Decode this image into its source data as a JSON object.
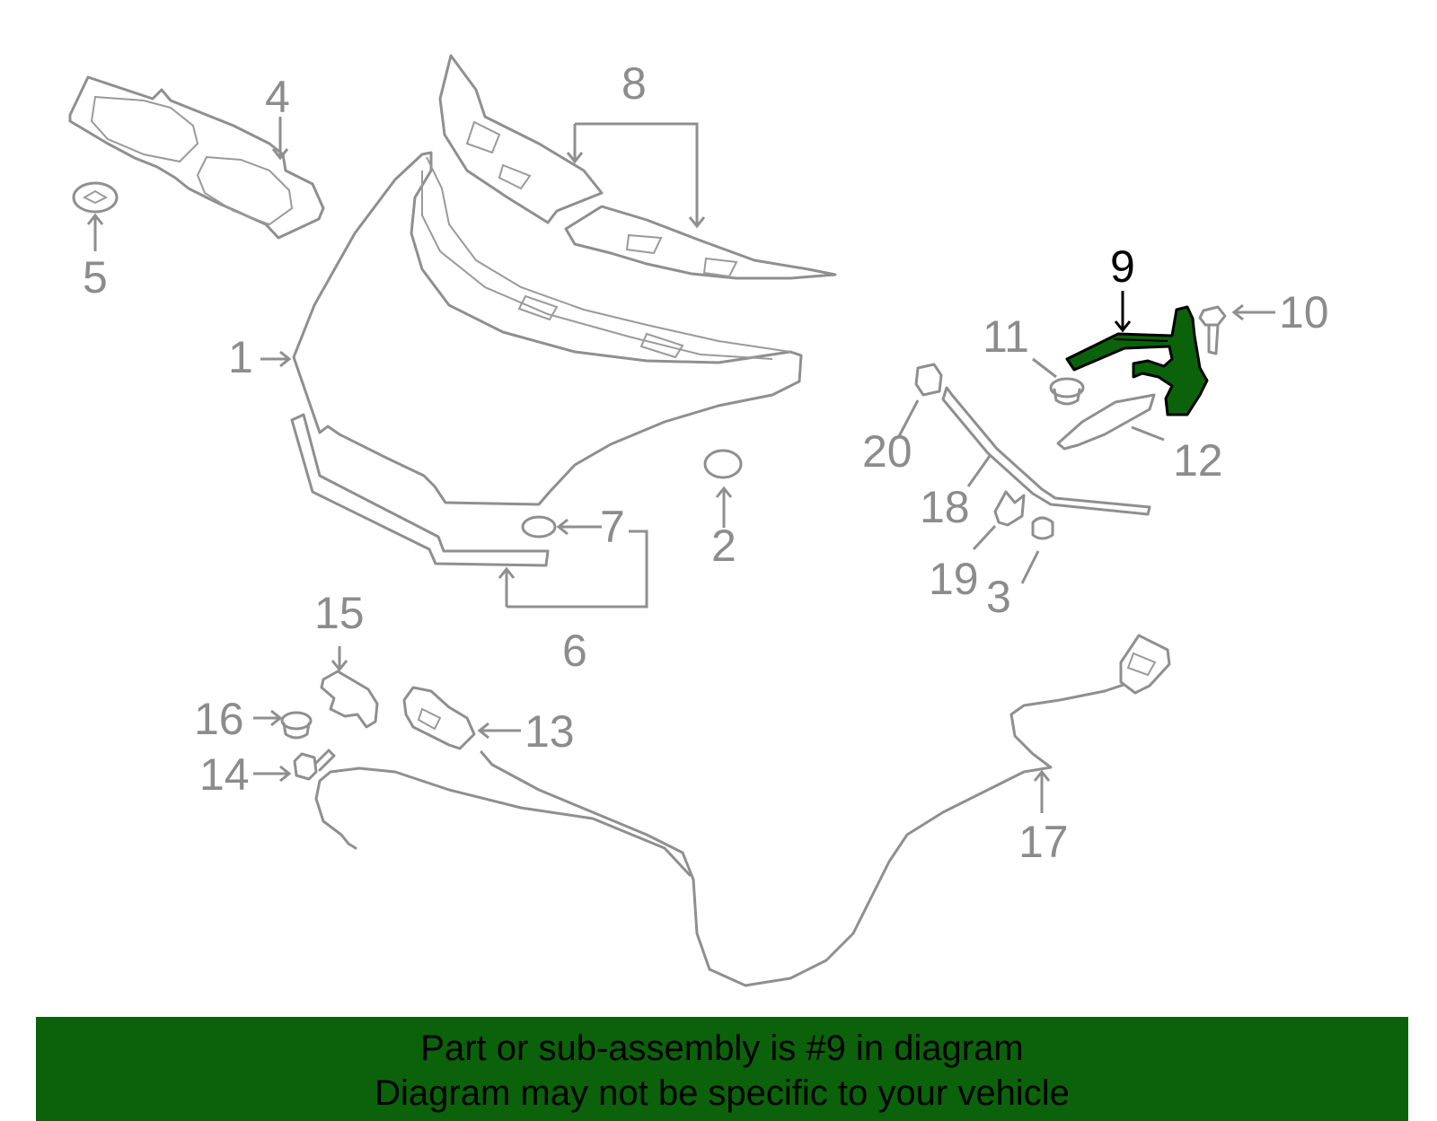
{
  "diagram": {
    "highlight_part": "9",
    "colors": {
      "line": "#8f8f8f",
      "highlight_fill": "#0b620b",
      "banner_bg": "#0b620b",
      "text": "#8c8c8c",
      "highlight_text": "#000000"
    },
    "callouts": {
      "c1": "1",
      "c2": "2",
      "c3": "3",
      "c4": "4",
      "c5": "5",
      "c6": "6",
      "c7": "7",
      "c8": "8",
      "c9": "9",
      "c10": "10",
      "c11": "11",
      "c12": "12",
      "c13": "13",
      "c14": "14",
      "c15": "15",
      "c16": "16",
      "c17": "17",
      "c18": "18",
      "c19": "19",
      "c20": "20"
    }
  },
  "banner": {
    "line1": "Part or sub-assembly is #9 in diagram",
    "line2": "Diagram may not be specific to your vehicle"
  }
}
